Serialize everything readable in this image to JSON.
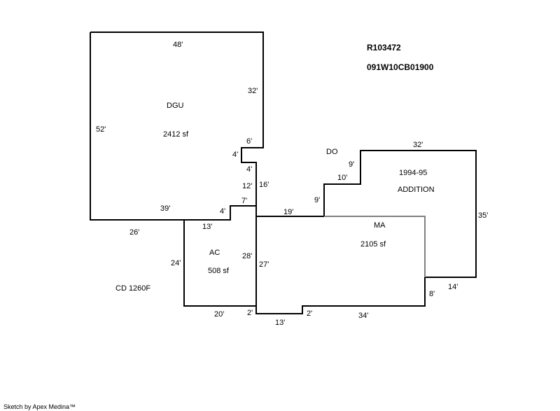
{
  "header": {
    "parcel_id": "R103472",
    "map_number": "091W10CB01900"
  },
  "areas": {
    "dgu": {
      "code": "DGU",
      "area": "2412 sf"
    },
    "ac": {
      "code": "AC",
      "area": "508 sf"
    },
    "ma": {
      "code": "MA",
      "area": "2105 sf"
    },
    "do": {
      "code": "DO"
    },
    "addition": {
      "year": "1994-95",
      "label": "ADDITION"
    },
    "cd": {
      "label": "CD  1260F"
    }
  },
  "dimensions": {
    "dgu_top": "48'",
    "dgu_right": "32'",
    "dgu_left": "52'",
    "dgu_notch_top": "6'",
    "dgu_notch_side": "4'",
    "dgu_notch_bottom": "4'",
    "dgu_right_lower": "12'",
    "dgu_bottom": "39'",
    "dgu_step": "4'",
    "dgu_step_top": "7'",
    "wall_16": "16'",
    "cd_26": "26'",
    "ac_top": "13'",
    "ac_left": "24'",
    "ac_right": "28'",
    "ma_left": "27'",
    "ac_bottom": "20'",
    "ma_step": "2'",
    "ma_bottom_left": "13'",
    "ma_step2": "2'",
    "ma_bottom": "34'",
    "ma_top": "19'",
    "do_9a": "9'",
    "do_10": "10'",
    "do_9b": "9'",
    "add_top": "32'",
    "add_right": "35'",
    "add_bottom": "14'",
    "ma_right": "8'"
  },
  "footer": {
    "credit": "Sketch by Apex Medina™"
  }
}
